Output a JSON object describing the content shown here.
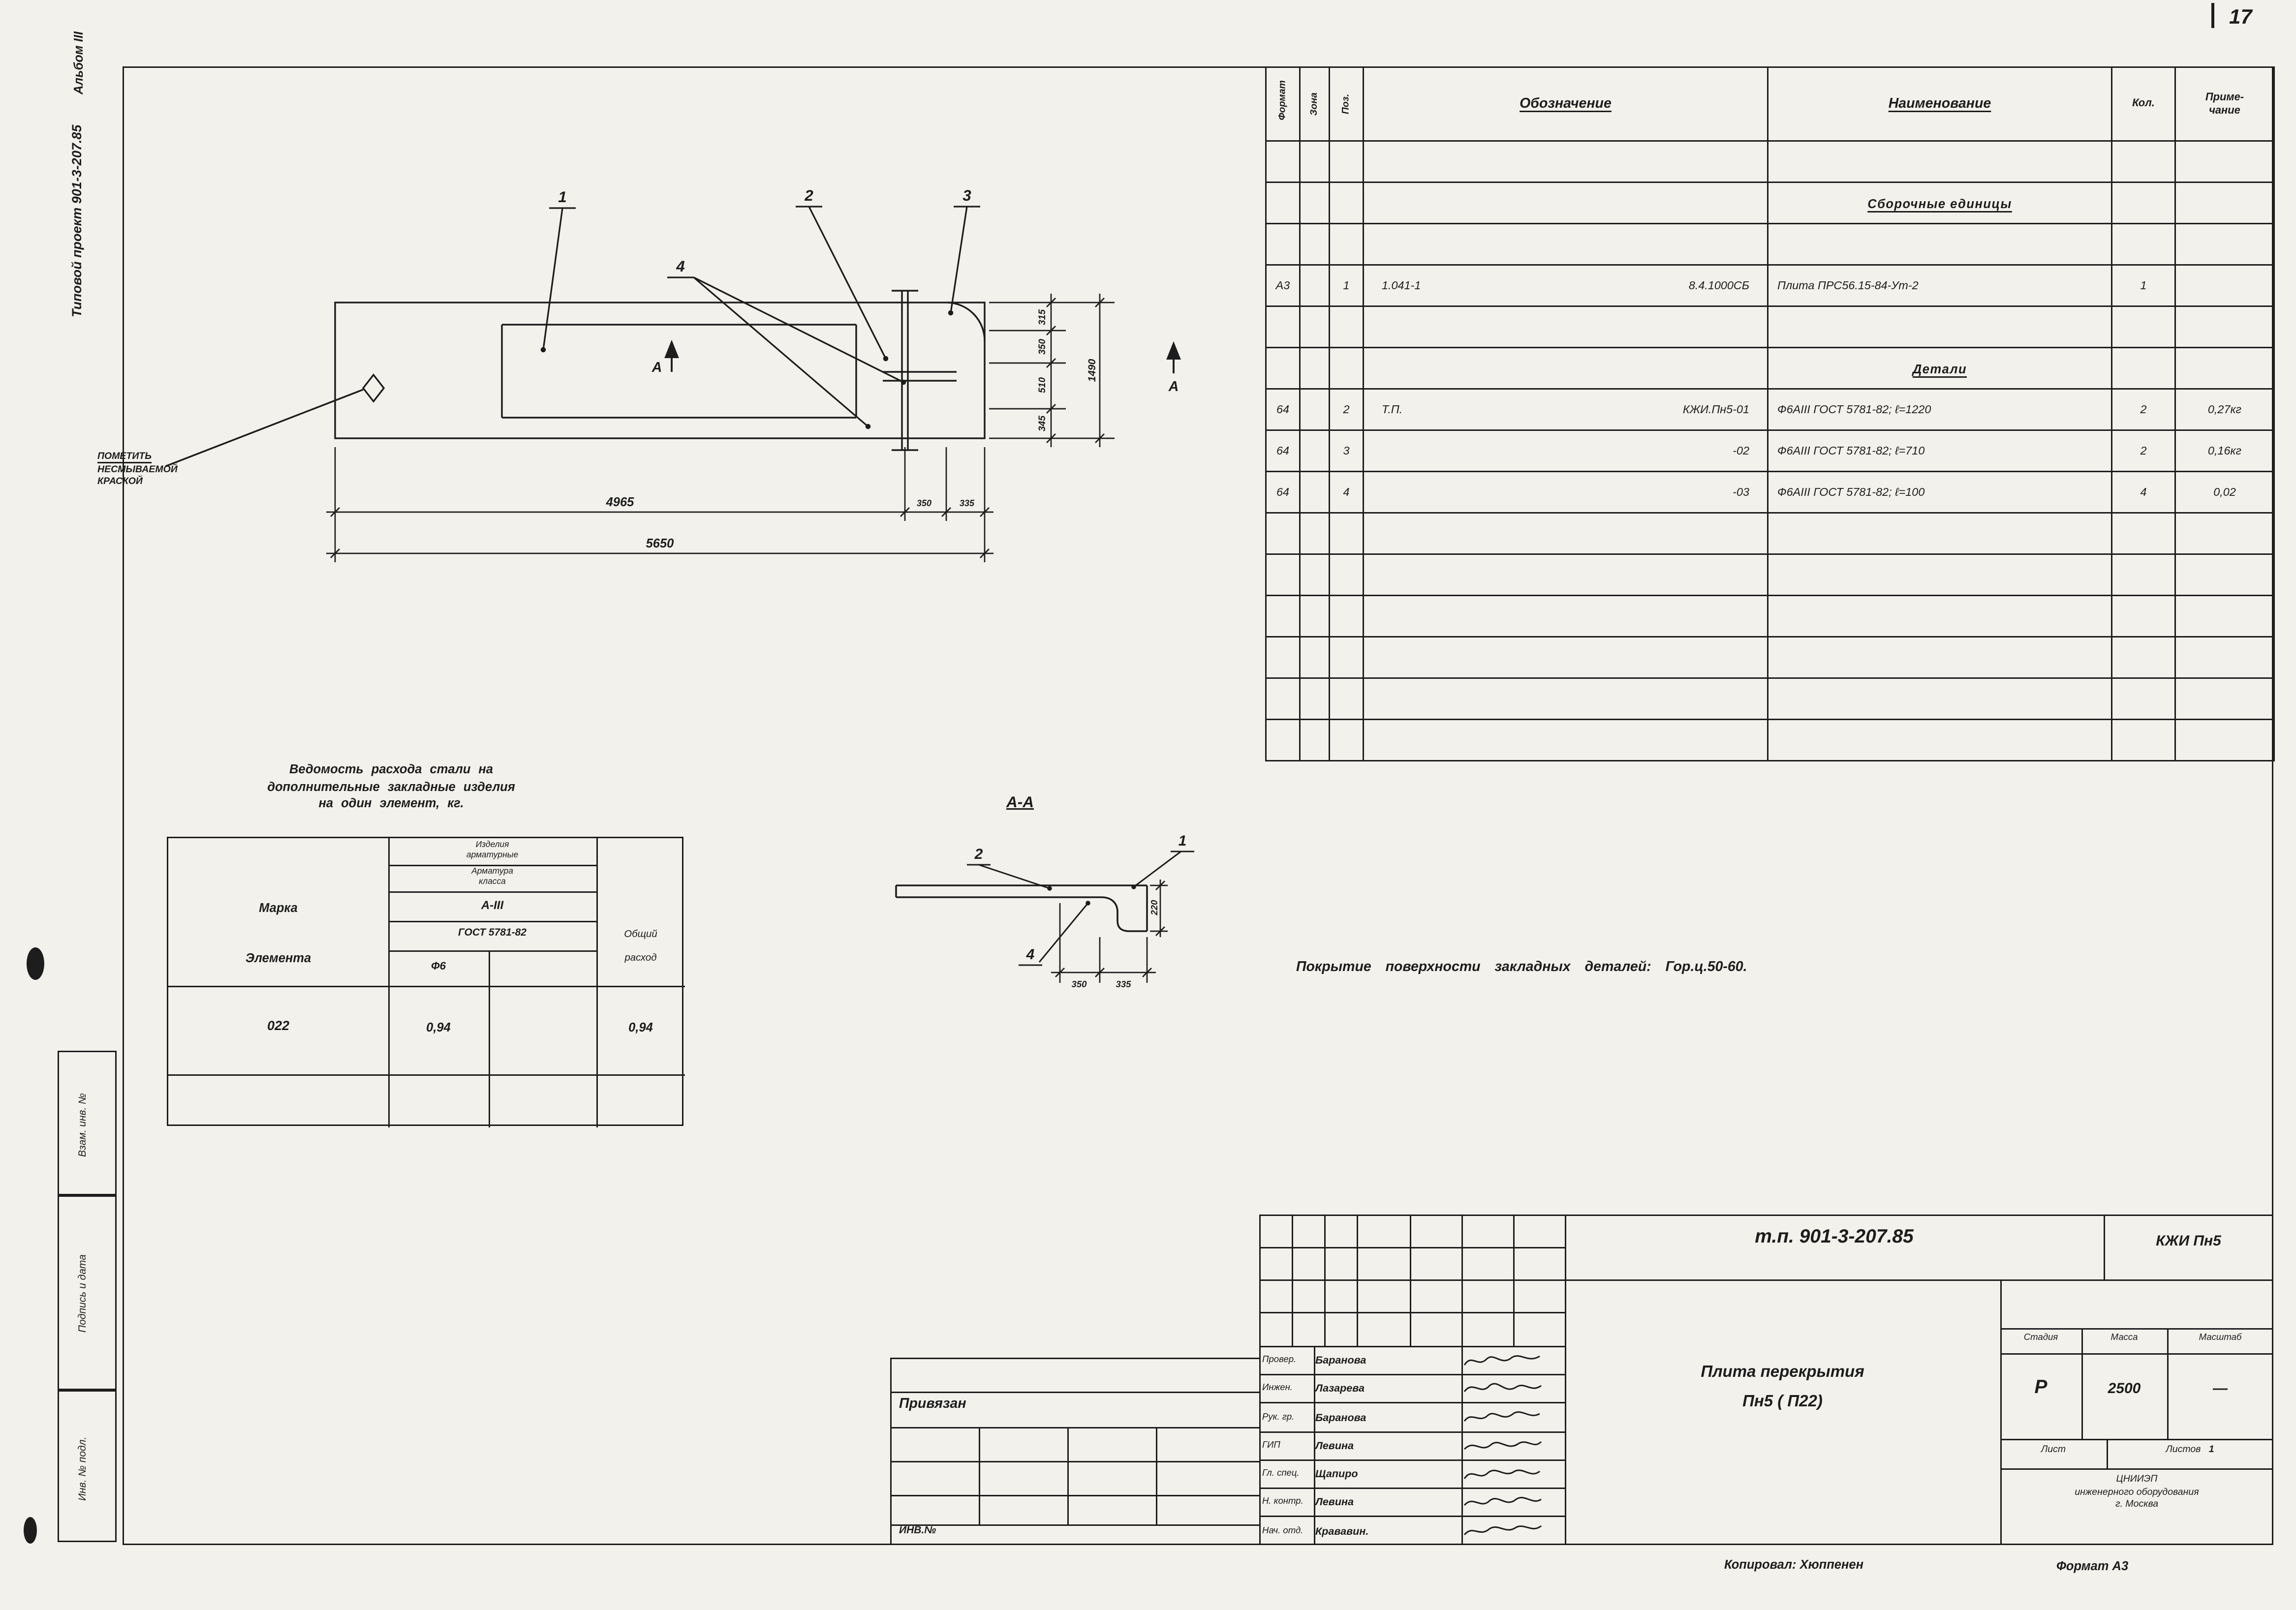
{
  "page": {
    "sheet_number": "17",
    "copied": "Копировал: Хюппенен",
    "format": "Формат А3"
  },
  "margin": {
    "album": "Альбом III",
    "project": "Типовой проект 901-3-207.85",
    "box_vzam": "Взам. инв. №",
    "box_podp": "Подпись и дата",
    "box_inv": "Инв. № подл."
  },
  "plan": {
    "callout1": "1",
    "callout2": "2",
    "callout3": "3",
    "callout4": "4",
    "section_letter": "А",
    "paint_l1": "ПОМЕТИТЬ",
    "paint_l2": "НЕСМЫВАЕМОЙ",
    "paint_l3": "КРАСКОЙ",
    "dim_4965": "4965",
    "dim_350": "350",
    "dim_335": "335",
    "dim_5650": "5650",
    "dim_v315": "315",
    "dim_v350": "350",
    "dim_v510": "510",
    "dim_v345": "345",
    "dim_v1490": "1490"
  },
  "section": {
    "title": "А-А",
    "callout1": "1",
    "callout2": "2",
    "callout4": "4",
    "dim_350": "350",
    "dim_335": "335",
    "dim_220": "220"
  },
  "notes": {
    "coating": "Покрытие поверхности закладных деталей: Гор.ц.50-60."
  },
  "steel_table": {
    "title_l1": "Ведомость расхода стали на",
    "title_l2": "дополнительные закладные изделия",
    "title_l3": "на один элемент, кг.",
    "mark_l1": "Марка",
    "mark_l2": "Элемента",
    "h_items_l1": "Изделия",
    "h_items_l2": "арматурные",
    "h_class_l1": "Арматура",
    "h_class_l2": "класса",
    "h_aiii": "А-III",
    "h_gost": "ГОСТ 5781-82",
    "h_f6": "Ф6",
    "total_l1": "Общий",
    "total_l2": "расход",
    "row_mark": "022",
    "row_f6": "0,94",
    "row_total": "0,94"
  },
  "spec": {
    "h_format": "Формат",
    "h_zone": "Зона",
    "h_pos": "Поз.",
    "h_designation": "Обозначение",
    "h_name": "Наименование",
    "h_qty": "Кол.",
    "h_note_l1": "Приме-",
    "h_note_l2": "чание",
    "section_assemblies": "Сборочные единицы",
    "section_details": "Детали",
    "rows": [
      {
        "format": "А3",
        "pos": "1",
        "des_left": "1.041-1",
        "des_right": "8.4.1000СБ",
        "name": "Плита ПРС56.15-84-Ут-2",
        "qty": "1",
        "note": ""
      },
      {
        "format": "64",
        "pos": "2",
        "des_left": "Т.П.",
        "des_right": "КЖИ.Пн5-01",
        "name": "Ф6АIII ГОСТ 5781-82;  ℓ=1220",
        "qty": "2",
        "note": "0,27кг"
      },
      {
        "format": "64",
        "pos": "3",
        "des_left": "",
        "des_right": "-02",
        "name": "Ф6АIII ГОСТ 5781-82;  ℓ=710",
        "qty": "2",
        "note": "0,16кг"
      },
      {
        "format": "64",
        "pos": "4",
        "des_left": "",
        "des_right": "-03",
        "name": "Ф6АIII ГОСТ 5781-82;  ℓ=100",
        "qty": "4",
        "note": "0,02"
      }
    ]
  },
  "titleblock": {
    "doc_number": "т.п. 901-3-207.85",
    "doc_code": "КЖИ  Пн5",
    "title_l1": "Плита  перекрытия",
    "title_l2": "Пн5  ( П22)",
    "h_stage": "Стадия",
    "h_mass": "Масса",
    "h_scale": "Масштаб",
    "stage": "Р",
    "mass": "2500",
    "scale": "—",
    "h_sheet": "Лист",
    "h_sheets": "Листов",
    "sheets": "1",
    "org_l1": "ЦНИИЭП",
    "org_l2": "инженерного оборудования",
    "org_l3": "г. Москва",
    "attached": "Привязан",
    "inv": "ИНВ.№",
    "signers": [
      {
        "role": "Провер.",
        "name": "Баранова"
      },
      {
        "role": "Инжен.",
        "name": "Лазарева"
      },
      {
        "role": "Рук. гр.",
        "name": "Баранова"
      },
      {
        "role": "ГИП",
        "name": "Левина"
      },
      {
        "role": "Гл. спец.",
        "name": "Щапиро"
      },
      {
        "role": "Н. контр.",
        "name": "Левина"
      },
      {
        "role": "Нач. отд.",
        "name": "Крававин."
      }
    ]
  }
}
